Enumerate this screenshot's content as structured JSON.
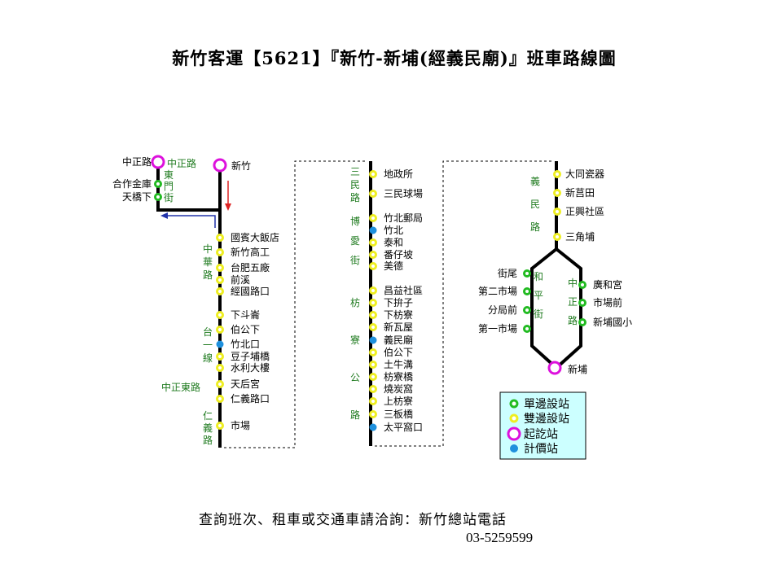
{
  "title": "新竹客運【5621】『新竹-新埔(經義民廟)』班車路線圖",
  "footer": {
    "line1": "查詢班次、租車或交通車請洽詢：新竹總站電話",
    "line2": "03-5259599"
  },
  "colors": {
    "line": "#000000",
    "single_side_stop": "#22bb22",
    "double_side_stop": "#eeee22",
    "terminal": "#dd11dd",
    "fare_stop": "#1e90dd",
    "road_label": "#1e7a1e",
    "direction_arrow_red": "#dd2222",
    "direction_arrow_blue": "#2233aa",
    "legend_bg": "#ccffff"
  },
  "legend": [
    {
      "type": "single",
      "label": "單邊設站"
    },
    {
      "type": "double",
      "label": "雙邊設站"
    },
    {
      "type": "terminal",
      "label": "起訖站"
    },
    {
      "type": "fare",
      "label": "計價站"
    }
  ],
  "segment1": {
    "branch_stops": [
      {
        "name": "中正路",
        "type": "terminal"
      },
      {
        "name": "合作金庫",
        "type": "single"
      },
      {
        "name": "天橋下",
        "type": "single"
      }
    ],
    "branch_road_top": "中正路",
    "branch_road_side": "東門街",
    "start": {
      "name": "新竹",
      "type": "terminal"
    },
    "stops": [
      {
        "name": "國賓大飯店",
        "type": "double"
      },
      {
        "name": "新竹高工",
        "type": "double"
      },
      {
        "name": "台肥五廠",
        "type": "double"
      },
      {
        "name": "前溪",
        "type": "double"
      },
      {
        "name": "經國路口",
        "type": "double"
      },
      {
        "name": "下斗崙",
        "type": "double"
      },
      {
        "name": "伯公下",
        "type": "double"
      },
      {
        "name": "竹北口",
        "type": "fare"
      },
      {
        "name": "豆子埔橋",
        "type": "double"
      },
      {
        "name": "水利大樓",
        "type": "double"
      },
      {
        "name": "天后宮",
        "type": "double"
      },
      {
        "name": "仁義路口",
        "type": "double"
      },
      {
        "name": "市場",
        "type": "double"
      }
    ],
    "roads": [
      "中華路",
      "台一線",
      "中正東路",
      "仁義路"
    ]
  },
  "segment2": {
    "stops": [
      {
        "name": "地政所",
        "type": "double"
      },
      {
        "name": "三民球場",
        "type": "double"
      },
      {
        "name": "竹北郵局",
        "type": "double"
      },
      {
        "name": "竹北",
        "type": "fare"
      },
      {
        "name": "泰和",
        "type": "double"
      },
      {
        "name": "番仔坡",
        "type": "double"
      },
      {
        "name": "美德",
        "type": "double"
      },
      {
        "name": "昌益社區",
        "type": "double"
      },
      {
        "name": "下拚子",
        "type": "double"
      },
      {
        "name": "下枋寮",
        "type": "double"
      },
      {
        "name": "新瓦屋",
        "type": "double"
      },
      {
        "name": "義民廟",
        "type": "fare"
      },
      {
        "name": "伯公下",
        "type": "double"
      },
      {
        "name": "土牛溝",
        "type": "double"
      },
      {
        "name": "枋寮橋",
        "type": "double"
      },
      {
        "name": "燒炭窩",
        "type": "double"
      },
      {
        "name": "上枋寮",
        "type": "double"
      },
      {
        "name": "三板橋",
        "type": "double"
      },
      {
        "name": "太平窩口",
        "type": "fare"
      }
    ],
    "roads": [
      "三民路",
      "博愛街",
      "枋寮公路"
    ]
  },
  "segment3": {
    "stops": [
      {
        "name": "大同瓷器",
        "type": "double"
      },
      {
        "name": "新莒田",
        "type": "double"
      },
      {
        "name": "正興社區",
        "type": "double"
      },
      {
        "name": "三角埔",
        "type": "double"
      }
    ],
    "left_stops": [
      {
        "name": "街尾",
        "type": "single"
      },
      {
        "name": "第二市場",
        "type": "single"
      },
      {
        "name": "分局前",
        "type": "single"
      },
      {
        "name": "第一市場",
        "type": "single"
      }
    ],
    "right_stops": [
      {
        "name": "廣和宮",
        "type": "single"
      },
      {
        "name": "市場前",
        "type": "single"
      },
      {
        "name": "新埔國小",
        "type": "single"
      }
    ],
    "end": {
      "name": "新埔",
      "type": "terminal"
    },
    "roads": [
      "義民路",
      "和平街",
      "中正路"
    ]
  }
}
